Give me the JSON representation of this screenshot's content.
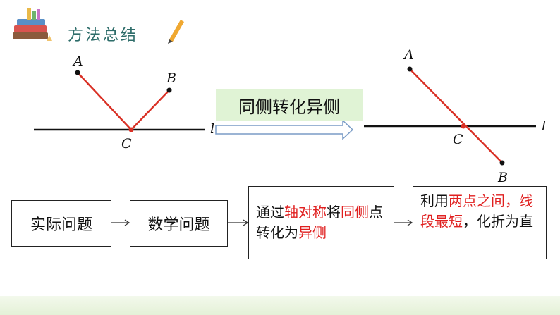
{
  "header": {
    "title": "方法总结"
  },
  "arrow_label": "同侧转化异侧",
  "left_figure": {
    "labels": {
      "a": "A",
      "b": "B",
      "c": "C",
      "l": "l"
    }
  },
  "right_figure": {
    "labels": {
      "a": "A",
      "b": "B",
      "c": "C",
      "l": "l"
    }
  },
  "flow": {
    "box1": "实际问题",
    "box2": "数学问题",
    "box3": {
      "p1": "通过",
      "p2": "轴对称",
      "p3": "将",
      "p4": "同侧",
      "p5": "点转化为",
      "p6": "异侧"
    },
    "box4": {
      "p1": "利用",
      "p2": "两点之间，线段最短",
      "p3": "，化折为直"
    }
  },
  "colors": {
    "accent": "#e02020",
    "label_bg": "#e0f3d5",
    "header_text": "#2e6d6a"
  }
}
